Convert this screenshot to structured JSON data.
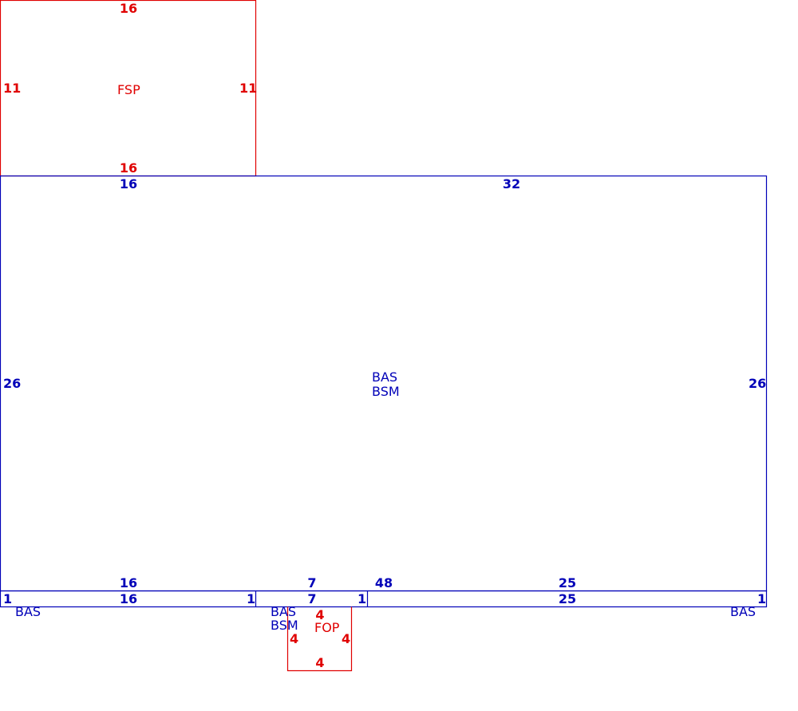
{
  "colors": {
    "main": "#0000b8",
    "porch": "#e00000",
    "background": "#ffffff"
  },
  "areas": {
    "fsp": {
      "code": "FSP",
      "top": "16",
      "bottom": "16",
      "left": "11",
      "right": "11"
    },
    "main": {
      "code1": "BAS",
      "code2": "BSM",
      "top_left": "16",
      "top_right": "32",
      "left": "26",
      "right": "26"
    },
    "bottom_inner": {
      "a": "16",
      "b": "7",
      "c": "48",
      "d": "25"
    },
    "strip_left": {
      "code": "BAS",
      "side": "1",
      "len": "16",
      "end": "1"
    },
    "strip_mid": {
      "code1": "BAS",
      "code2": "BSM",
      "len": "7",
      "end": "1"
    },
    "strip_right": {
      "code": "BAS",
      "len": "25",
      "end": "1"
    },
    "fop": {
      "code": "FOP",
      "top": "4",
      "bottom": "4",
      "left": "4",
      "right": "4"
    }
  }
}
